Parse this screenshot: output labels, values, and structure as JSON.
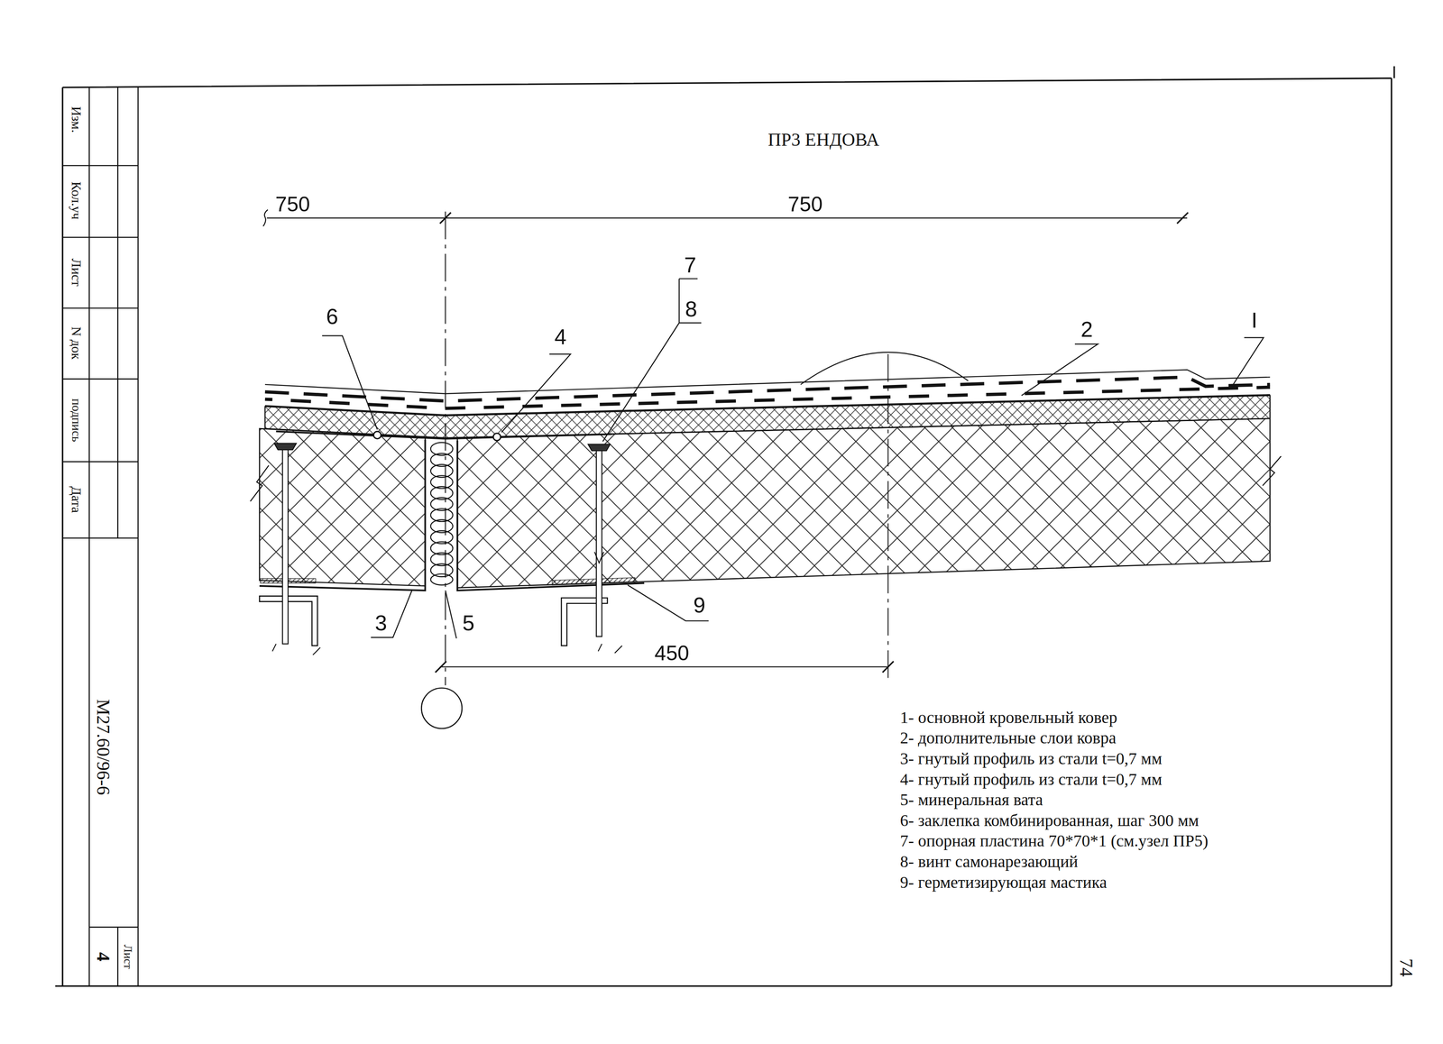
{
  "diagram": {
    "title": "ПР3 ЕНДОВА",
    "labels": [
      "Изм.",
      "Кол.уч",
      "Лист",
      "N док",
      "подпись",
      "Дата",
      "М27.60/96-6",
      "Лист",
      "4",
      "750",
      "750",
      "6",
      "4",
      "7",
      "8",
      "2",
      "I",
      "3",
      "5",
      "9",
      "450",
      "74"
    ],
    "legend": [
      {
        "text": "1- основной кровельный ковер"
      },
      {
        "text": "2- дополнительные слои ковра"
      },
      {
        "text": "3- гнутый профиль из стали t=0,7 мм"
      },
      {
        "text": "4- гнутый профиль из стали t=0,7 мм"
      },
      {
        "text": "5- минеральная вата"
      },
      {
        "text": "6- заклепка комбинированная, шаг 300 мм"
      },
      {
        "text": "7- опорная пластина 70*70*1 (см.узел ПР5)"
      },
      {
        "text": "8- винт самонарезающий"
      },
      {
        "text": "9- герметизирующая мастика"
      }
    ]
  }
}
